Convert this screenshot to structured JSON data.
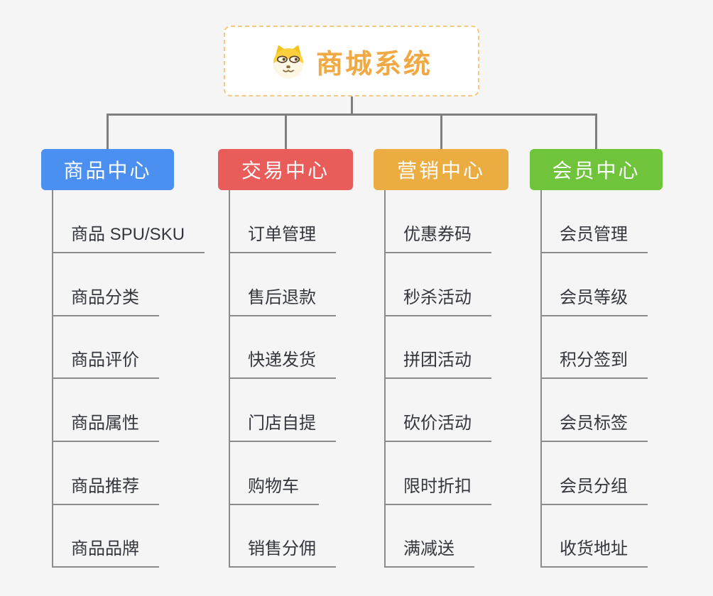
{
  "root": {
    "title": "商城系统",
    "icon": "doge-icon"
  },
  "colors": {
    "root_title": "#f0a943",
    "root_border": "#f3c97e",
    "connector": "#7f7f7f",
    "underline": "#8b8b8b",
    "item_text": "#33363c",
    "canvas_bg": "#f5f5f6"
  },
  "branches": [
    {
      "id": "product-center",
      "label": "商品中心",
      "color": "#4b8ff0",
      "items": [
        "商品 SPU/SKU",
        "商品分类",
        "商品评价",
        "商品属性",
        "商品推荐",
        "商品品牌"
      ]
    },
    {
      "id": "trade-center",
      "label": "交易中心",
      "color": "#e85c5a",
      "items": [
        "订单管理",
        "售后退款",
        "快递发货",
        "门店自提",
        "购物车",
        "销售分佣"
      ]
    },
    {
      "id": "marketing-center",
      "label": "营销中心",
      "color": "#ebad41",
      "items": [
        "优惠券码",
        "秒杀活动",
        "拼团活动",
        "砍价活动",
        "限时折扣",
        "满减送"
      ]
    },
    {
      "id": "member-center",
      "label": "会员中心",
      "color": "#6fc43c",
      "items": [
        "会员管理",
        "会员等级",
        "积分签到",
        "会员标签",
        "会员分组",
        "收货地址"
      ]
    }
  ]
}
